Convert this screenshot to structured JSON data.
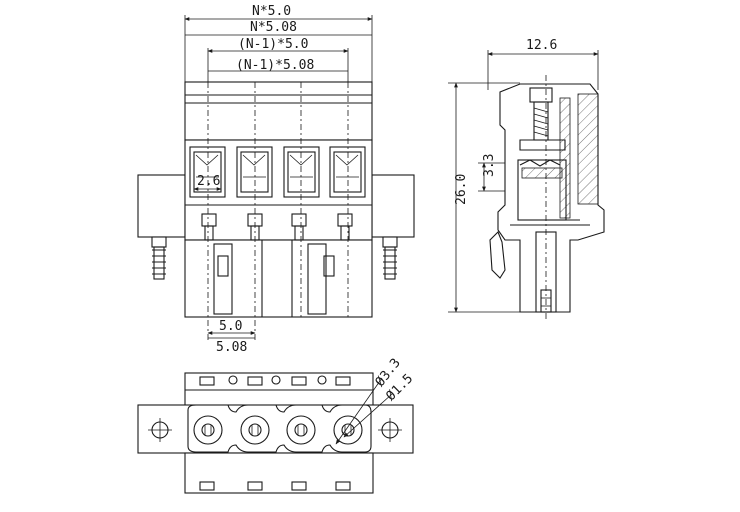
{
  "dimensions": {
    "top_overall_n50": "N*5.0",
    "top_overall_n508": "N*5.08",
    "top_inner_n1_50": "(N-1)*5.0",
    "top_inner_n1_508": "(N-1)*5.08",
    "pitch_50": "5.0",
    "pitch_508": "5.08",
    "opening_26": "2.6",
    "side_width": "12.6",
    "side_height": "26.0",
    "side_small": "3.3",
    "hole_large": "Ø3.3",
    "hole_small": "Ø1.5"
  },
  "drawing": {
    "pole_count": 4,
    "line_color": "#1a1a1a",
    "background": "#ffffff"
  }
}
